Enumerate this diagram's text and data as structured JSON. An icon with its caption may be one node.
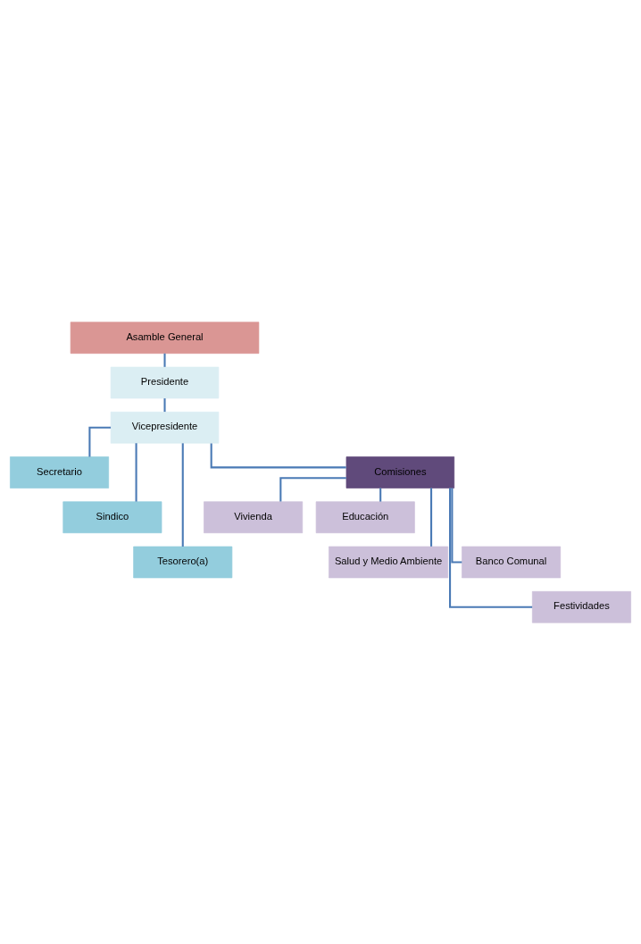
{
  "diagram": {
    "nodes": [
      {
        "text": [
          "Asamble General"
        ]
      },
      {
        "text": [
          "Presidente"
        ]
      },
      {
        "text": [
          "Vicepresidente"
        ]
      },
      {
        "text": [
          "Secretario"
        ]
      },
      {
        "text": [
          "Sindico"
        ]
      },
      {
        "text": [
          "Tesorero(a)"
        ]
      },
      {
        "text": [
          "Comisiones"
        ]
      },
      {
        "text": [
          "Vivienda"
        ]
      },
      {
        "text": [
          "Educación"
        ]
      },
      {
        "text": [
          "Salud y Medio Ambiente"
        ]
      },
      {
        "text": [
          "Banco Comunal"
        ]
      },
      {
        "text": [
          "Festividades"
        ]
      }
    ],
    "edges": [
      {
        "from": 0,
        "to": 1,
        "arrow": "none"
      },
      {
        "from": 1,
        "to": 2,
        "arrow": "none"
      },
      {
        "from": 2,
        "to": 3,
        "arrow": "none"
      },
      {
        "from": 2,
        "to": 4,
        "arrow": "none"
      },
      {
        "from": 2,
        "to": 5,
        "arrow": "none"
      },
      {
        "from": 2,
        "to": 6,
        "arrow": "none"
      },
      {
        "from": 6,
        "to": 7,
        "arrow": "none"
      },
      {
        "from": 6,
        "to": 8,
        "arrow": "none"
      },
      {
        "from": 6,
        "to": 9,
        "arrow": "none"
      },
      {
        "from": 6,
        "to": 10,
        "arrow": "none"
      },
      {
        "from": 6,
        "to": 11,
        "arrow": "none"
      }
    ]
  }
}
